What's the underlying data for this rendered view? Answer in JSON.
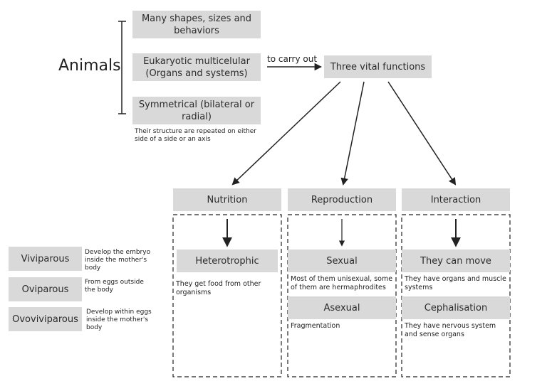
{
  "title": "Animals",
  "traits": [
    "Many shapes, sizes and behaviors",
    "Eukaryotic multicelular (Organs and systems)",
    "Symmetrical (bilateral or radial)"
  ],
  "symmetry_note": "Their structure are repeated on either side of a side or an axis",
  "connector_label": "to carry out",
  "vital_functions": "Three vital functions",
  "nutrition": {
    "title": "Nutrition",
    "type": "Heterotrophic",
    "type_note": "They get food from other organisms"
  },
  "reproduction": {
    "title": "Reproduction",
    "sexual": "Sexual",
    "sexual_note": "Most of them unisexual, some of them are hermaphrodites",
    "asexual": "Asexual",
    "asexual_note": "Fragmentation"
  },
  "interaction": {
    "title": "Interaction",
    "move": "They can move",
    "move_note": "They have organs and muscle systems",
    "cephal": "Cephalisation",
    "cephal_note": "They have nervous system and sense organs"
  },
  "birth_types": [
    {
      "label": "Viviparous",
      "note": "Develop the embryo inside the mother's body"
    },
    {
      "label": "Oviparous",
      "note": "From eggs outside the body"
    },
    {
      "label": "Ovoviviparous",
      "note": "Develop within eggs inside the mother's body"
    }
  ],
  "colors": {
    "box": "#d9d9d9",
    "line": "#222222"
  }
}
